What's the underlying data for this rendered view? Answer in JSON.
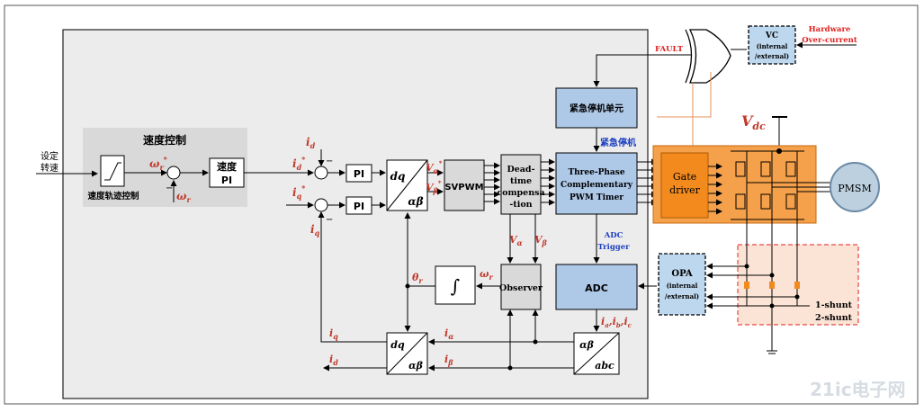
{
  "diagram": {
    "speed_section": {
      "title": "速度控制",
      "trajectory_label": "速度轨迹控制"
    },
    "input_label_line1": "设定",
    "input_label_line2": "转速",
    "speed_pi_line1": "速度",
    "speed_pi_line2": "PI",
    "pi_d": "PI",
    "pi_q": "PI",
    "dq_top": "dq",
    "dq_bottom": "αβ",
    "svpwm": "SVPWM",
    "deadtime_lines": [
      "Dead-",
      "time",
      "compensa",
      "-tion"
    ],
    "pwm_timer_lines": [
      "Three-Phase",
      "Complementary",
      "PWM Timer"
    ],
    "emergency_unit": "紧急停机单元",
    "emergency_stop": "紧急停机",
    "fault": "FAULT",
    "vc_lines": [
      "VC",
      "(internal",
      "/external)"
    ],
    "hardware_overcurrent_lines": [
      "Hardware",
      "Over-current"
    ],
    "vdc": "V",
    "vdc_sub": "dc",
    "gate_driver_lines": [
      "Gate",
      "driver"
    ],
    "pmsm": "PMSM",
    "adc_trigger_lines": [
      "ADC",
      "Trigger"
    ],
    "adc": "ADC",
    "opa_lines": [
      "OPA",
      "(internal",
      "/external)"
    ],
    "shunt_1": "1-shunt",
    "shunt_2": "2-shunt",
    "observer": "Observer",
    "integral": "∫",
    "clarke_top": "αβ",
    "clarke_bottom": "abc",
    "park_top": "dq",
    "park_bottom": "αβ",
    "signals": {
      "omega_r_star": "ω",
      "omega_r": "ω",
      "id_ref": "i",
      "iq_ref": "i",
      "id_fb": "i",
      "iq_fb": "i",
      "v_alpha_star": "V",
      "v_beta_star": "V",
      "v_alpha": "V",
      "v_beta": "V",
      "theta_r": "θ",
      "omega_obs": "ω",
      "i_abc": "i",
      "i_alpha": "i",
      "i_beta": "i",
      "iq_out": "i",
      "id_out": "i"
    },
    "watermark": "21ic电子网"
  }
}
